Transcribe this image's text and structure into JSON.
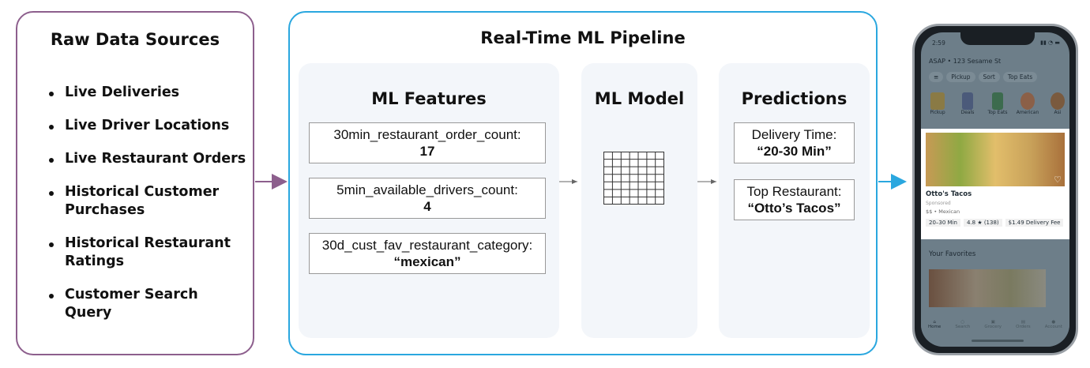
{
  "sources": {
    "title": "Raw Data Sources",
    "items": [
      "Live Deliveries",
      "Live Driver Locations",
      "Live Restaurant Orders",
      "Historical Customer Purchases",
      "Historical Restaurant Ratings",
      "Customer Search Query"
    ]
  },
  "pipeline": {
    "title": "Real-Time ML Pipeline",
    "features": {
      "title": "ML Features",
      "items": [
        {
          "name": "30min_restaurant_order_count:",
          "value": "17"
        },
        {
          "name": "5min_available_drivers_count:",
          "value": "4"
        },
        {
          "name": "30d_cust_fav_restaurant_category:",
          "value": "“mexican”"
        }
      ]
    },
    "model": {
      "title": "ML Model"
    },
    "predictions": {
      "title": "Predictions",
      "items": [
        {
          "name": "Delivery Time:",
          "value": "“20-30 Min”"
        },
        {
          "name": "Top Restaurant:",
          "value": "“Otto’s Tacos”"
        }
      ]
    }
  },
  "phone": {
    "time": "2:59",
    "address": "ASAP • 123 Sesame St",
    "chips": [
      "Pickup",
      "Sort",
      "Top Eats"
    ],
    "categories": [
      "Pickup",
      "Deals",
      "Top Eats",
      "American",
      "Asi"
    ],
    "restaurant": "Otto's Tacos",
    "sponsored": "Sponsored",
    "price_cuisine": "$$ • Mexican",
    "eta": "20–30 Min",
    "rating": "4.8 ★ (138)",
    "fee": "$1.49 Delivery Fee",
    "favorites": "Your Favorites",
    "nav": [
      "Home",
      "Search",
      "Grocery",
      "Orders",
      "Account"
    ]
  },
  "colors": {
    "sources_border": "#8d5f8d",
    "pipeline_border": "#2aa7df",
    "panel_bg": "#f3f6fa"
  }
}
